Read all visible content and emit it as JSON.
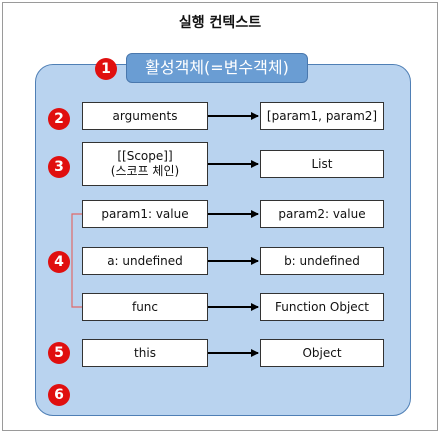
{
  "title": "실행 컨텍스트",
  "header": "활성객체(=변수객체)",
  "badges": [
    "1",
    "2",
    "3",
    "4",
    "5",
    "6"
  ],
  "rows": {
    "arguments": {
      "left": "arguments",
      "right": "[param1, param2]"
    },
    "scope": {
      "left_line1": "[[Scope]]",
      "left_line2": "(스코프 체인)",
      "right": "List"
    },
    "param": {
      "left": "param1: value",
      "right": "param2: value"
    },
    "vars": {
      "left": "a: undefined",
      "right": "b: undefined"
    },
    "func": {
      "left": "func",
      "right": "Function Object"
    },
    "this": {
      "left": "this",
      "right": "Object"
    }
  },
  "colors": {
    "panel": "#b9d3ef",
    "header": "#6a9dd3",
    "badge": "#e00f0f",
    "bracket": "#e06a6a"
  }
}
